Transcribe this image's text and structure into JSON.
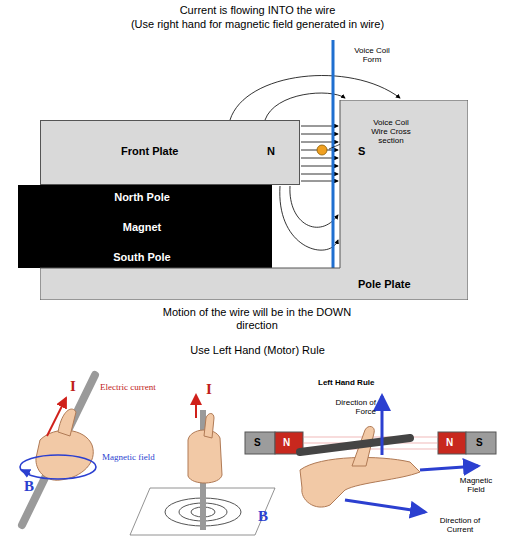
{
  "diagram": {
    "title": "Current is flowing INTO the wire",
    "nodes": [
      {
        "text": [
          "Front Plate",
          "N"
        ]
      },
      {
        "text": [
          "North Pole",
          "Magnet",
          "South Pole"
        ]
      },
      {
        "text": [
          "S",
          "Pole Plate"
        ]
      }
    ],
    "labels": [
      "(Use right hand for magnetic field generated in wire)",
      "Voice Coil Form",
      "Voice Coil Wire Cross section",
      "Motion of the wire will be in the DOWN direction",
      "Use Left Hand (Motor) Rule",
      "I",
      "Electric current",
      "I",
      "B",
      "Magnetic field",
      "B",
      "Left Hand Rule",
      "Direction of Force",
      "S",
      "N",
      "N",
      "S",
      "Magnetic Field",
      "Direction of Current"
    ]
  }
}
